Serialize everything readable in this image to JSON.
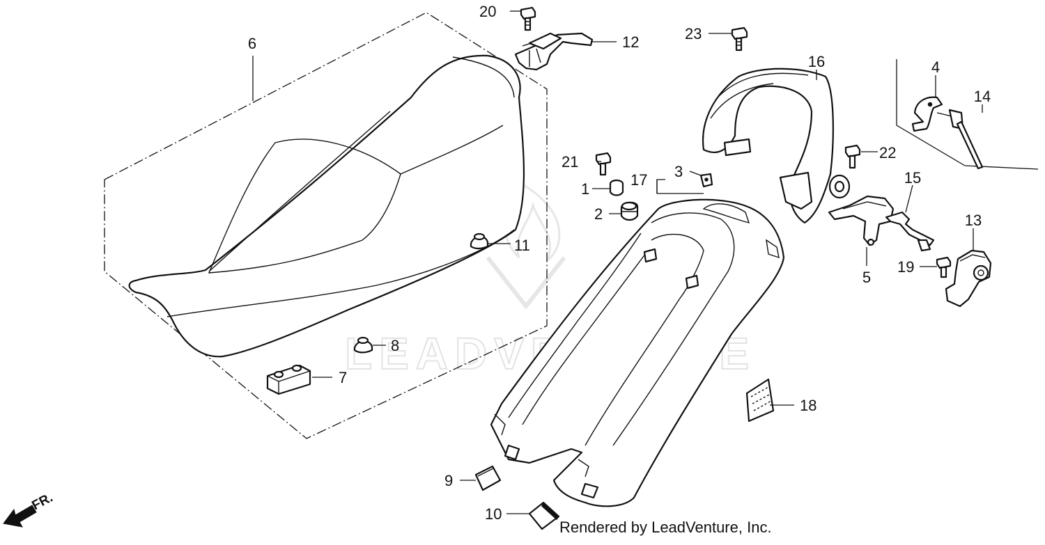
{
  "diagram": {
    "callouts": {
      "c1": "1",
      "c2": "2",
      "c3": "3",
      "c4": "4",
      "c5": "5",
      "c6": "6",
      "c7": "7",
      "c8": "8",
      "c9": "9",
      "c10": "10",
      "c11": "11",
      "c12": "12",
      "c13": "13",
      "c14": "14",
      "c15": "15",
      "c16": "16",
      "c17": "17",
      "c18": "18",
      "c19": "19",
      "c20": "20",
      "c21": "21",
      "c22": "22",
      "c23": "23"
    },
    "direction_label": "FR.",
    "watermark_text": "LEADVENTURE",
    "credit": "Rendered by LeadVenture, Inc."
  }
}
